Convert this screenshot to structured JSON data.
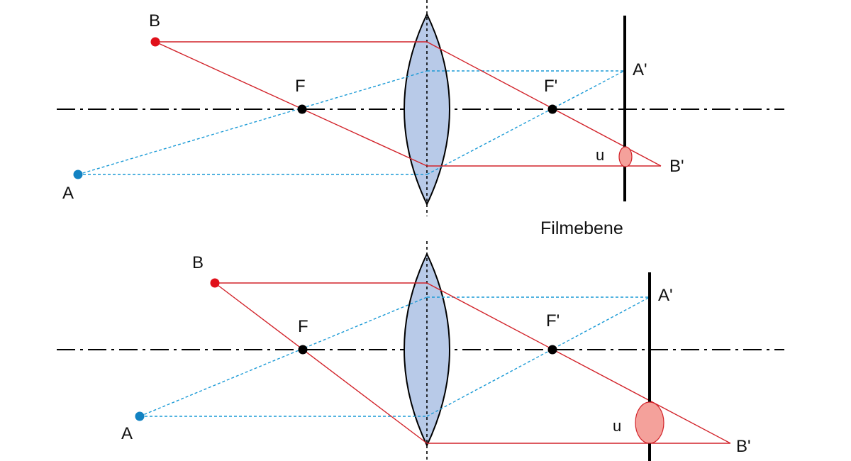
{
  "colors": {
    "lens_fill": "#b8cae8",
    "red_ray": "#d2232a",
    "blue_ray": "#1a9ad6",
    "point_b": "#e0101a",
    "point_a": "#1282c2",
    "blur_spot": "#f4a19b",
    "ink": "#000000"
  },
  "caption": "Filmebene",
  "top_diagram": {
    "label_a": "A",
    "label_b": "B",
    "label_f": "F",
    "label_f_prime": "F'",
    "label_a_image": "A'",
    "label_b_image": "B'",
    "label_u": "u"
  },
  "bottom_diagram": {
    "label_a": "A",
    "label_b": "B",
    "label_f": "F",
    "label_f_prime": "F'",
    "label_a_image": "A'",
    "label_b_image": "B'",
    "label_u": "u"
  }
}
